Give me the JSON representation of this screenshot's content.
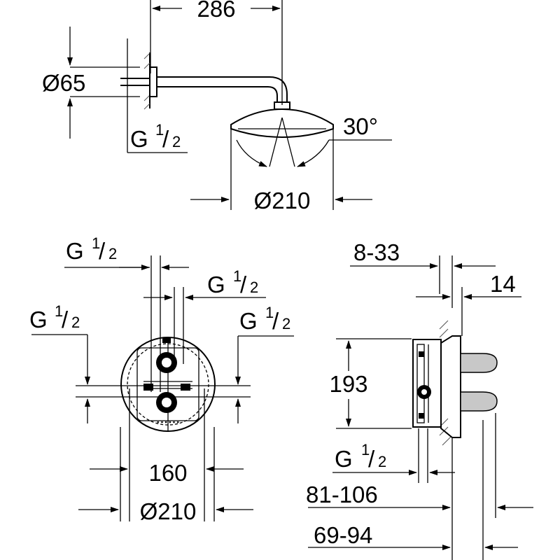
{
  "shower_head": {
    "arm_length": "286",
    "flange_diameter": "Ø65",
    "thread": "G",
    "thread_num": "1",
    "thread_den": "2",
    "spray_angle": "30°",
    "head_diameter": "Ø210"
  },
  "front_view": {
    "top_left_thread": "G",
    "top_right_thread": "G",
    "left_thread": "G",
    "right_thread": "G",
    "thread_num": "1",
    "thread_den": "2",
    "spacing": "160",
    "plate_diameter": "Ø210"
  },
  "side_view": {
    "wall_range": "8-33",
    "plate_depth": "14",
    "height": "193",
    "thread": "G",
    "thread_num": "1",
    "thread_den": "2",
    "depth_range_1": "81-106",
    "depth_range_2": "69-94"
  }
}
